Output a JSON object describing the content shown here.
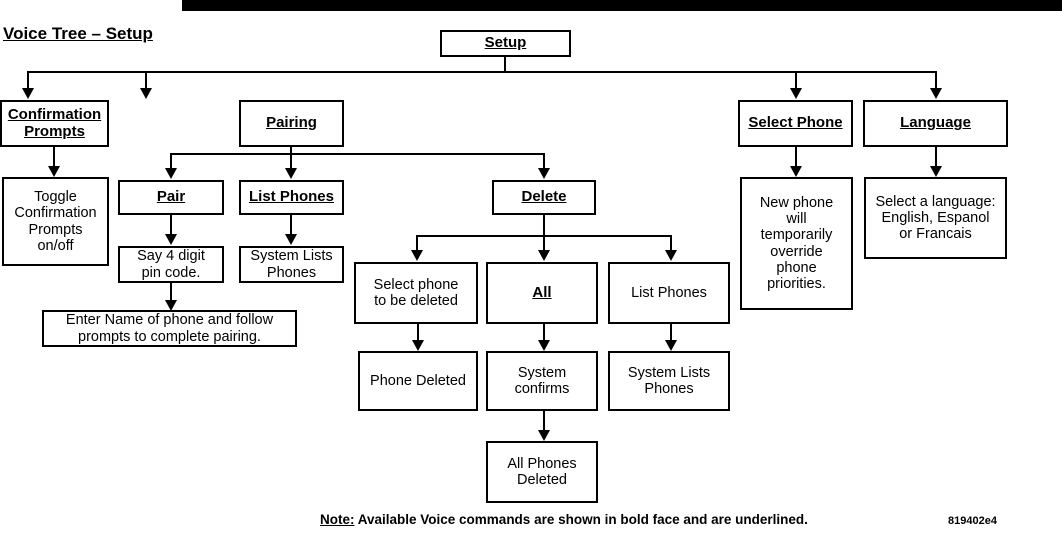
{
  "page": {
    "title": "Voice Tree – Setup",
    "part_number": "819402e4",
    "background_color": "#ffffff",
    "line_color": "#000000",
    "top_bar_color": "#000000"
  },
  "diagram": {
    "type": "tree",
    "root": {
      "label": "Setup",
      "voice_command": true
    },
    "nodes": {
      "setup": "Setup",
      "confirmation_prompts": "Confirmation\nPrompts",
      "toggle_confirmation": "Toggle\nConfirmation\nPrompts\non/off",
      "pairing": "Pairing",
      "pair": "Pair",
      "say_pin": "Say 4 digit\npin code.",
      "enter_name": "Enter Name of phone and follow\nprompts to complete pairing.",
      "list_phones_pairing": "List Phones",
      "system_lists_phones_pairing": "System Lists\nPhones",
      "delete": "Delete",
      "select_phone_to_delete": "Select phone\nto be deleted",
      "all": "All",
      "list_phones_delete": "List Phones",
      "phone_deleted": "Phone Deleted",
      "system_confirms": "System\nconfirms",
      "all_phones_deleted": "All Phones\nDeleted",
      "system_lists_phones_delete": "System Lists\nPhones",
      "select_phone": "Select Phone",
      "new_phone_override": "New phone\nwill\ntemporarily\noverride\nphone\npriorities.",
      "language": "Language",
      "select_language": "Select a language:\nEnglish, Espanol\nor Francais"
    },
    "voice_commands": [
      "Setup",
      "Confirmation Prompts",
      "Pairing",
      "Pair",
      "List Phones",
      "Delete",
      "All",
      "Select Phone",
      "Language"
    ]
  },
  "footer": {
    "note_prefix": "Note:",
    "note_text": " Available Voice commands are shown in bold face and are underlined."
  }
}
